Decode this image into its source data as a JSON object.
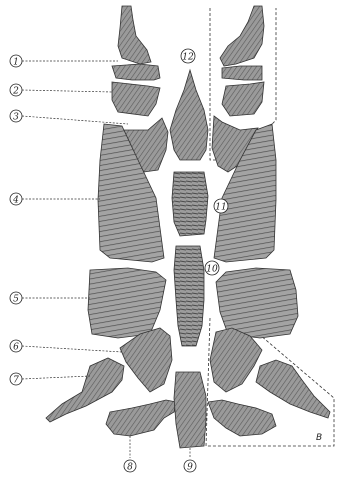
{
  "figure": {
    "part_numbers": [
      "1",
      "2",
      "3",
      "4",
      "5",
      "6",
      "7",
      "8",
      "9",
      "10",
      "11",
      "12"
    ],
    "corner_letter": "B"
  },
  "colors": {
    "ink": "#2b2b2b",
    "bone_fill": "#8f8f8f",
    "bone_dark": "#555555",
    "background": "#ffffff"
  }
}
